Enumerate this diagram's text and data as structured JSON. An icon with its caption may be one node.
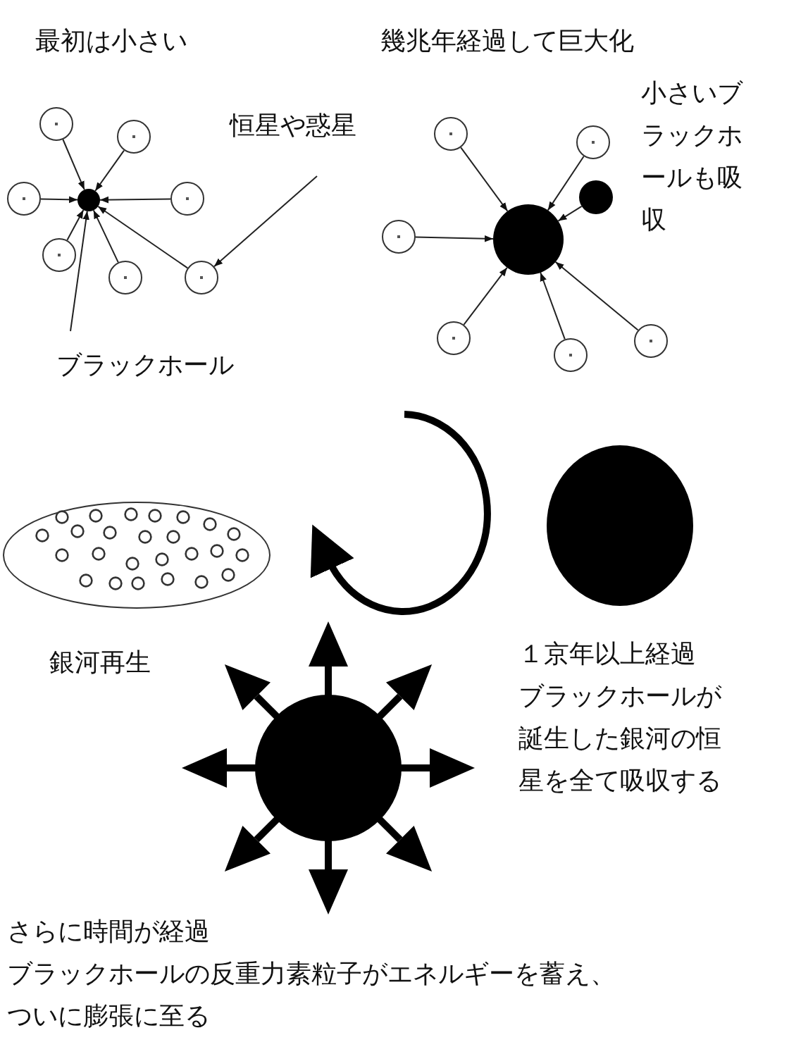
{
  "diagram": {
    "nodes": [
      {
        "text": [],
        "shape": "circle"
      },
      {
        "text": [],
        "shape": "circle"
      },
      {
        "text": [],
        "shape": "circle"
      },
      {
        "text": [],
        "shape": "circle"
      },
      {
        "text": [],
        "shape": "circle"
      },
      {
        "text": [],
        "shape": "circle"
      },
      {
        "text": [],
        "shape": "circle"
      },
      {
        "text": [],
        "shape": "circle"
      },
      {
        "text": [
          "恒星や惑星"
        ]
      },
      {
        "text": [
          "ブラックホール"
        ]
      },
      {
        "text": [],
        "shape": "circle"
      },
      {
        "text": [],
        "shape": "circle"
      },
      {
        "text": [],
        "shape": "circle"
      },
      {
        "text": [],
        "shape": "circle"
      },
      {
        "text": [],
        "shape": "circle"
      },
      {
        "text": [],
        "shape": "circle"
      },
      {
        "text": [],
        "shape": "circle"
      },
      {
        "text": [],
        "shape": "circle"
      },
      {
        "text": [],
        "shape": "ellipse"
      },
      {
        "text": [],
        "shape": "ellipse"
      },
      {
        "text": [],
        "shape": "circle"
      }
    ],
    "edges": [
      {
        "from": 1,
        "to": 0,
        "arrow": "to"
      },
      {
        "from": 2,
        "to": 0,
        "arrow": "to"
      },
      {
        "from": 3,
        "to": 0,
        "arrow": "to"
      },
      {
        "from": 4,
        "to": 0,
        "arrow": "to"
      },
      {
        "from": 5,
        "to": 0,
        "arrow": "to"
      },
      {
        "from": 6,
        "to": 0,
        "arrow": "to"
      },
      {
        "from": 7,
        "to": 0,
        "arrow": "to"
      },
      {
        "from": 8,
        "to": 7,
        "arrow": "to"
      },
      {
        "from": 9,
        "to": 0,
        "arrow": "to"
      },
      {
        "from": 11,
        "to": 10,
        "arrow": "to"
      },
      {
        "from": 12,
        "to": 10,
        "arrow": "to"
      },
      {
        "from": 13,
        "to": 10,
        "arrow": "to"
      },
      {
        "from": 14,
        "to": 10,
        "arrow": "to"
      },
      {
        "from": 15,
        "to": 10,
        "arrow": "to"
      },
      {
        "from": 16,
        "to": 10,
        "arrow": "to"
      },
      {
        "from": 17,
        "to": 10,
        "arrow": "to"
      }
    ],
    "labels": [
      "最初は小さい",
      "幾兆年経過して巨大化",
      "小さいブラックホールも吸収",
      "銀河再生",
      "１京年以上経過",
      "ブラックホールが誕生した銀河の恒星を全て吸収する",
      "さらに時間が経過",
      "ブラックホールの反重力素粒子がエネルギーを蓄え、ついに膨張に至る"
    ]
  }
}
